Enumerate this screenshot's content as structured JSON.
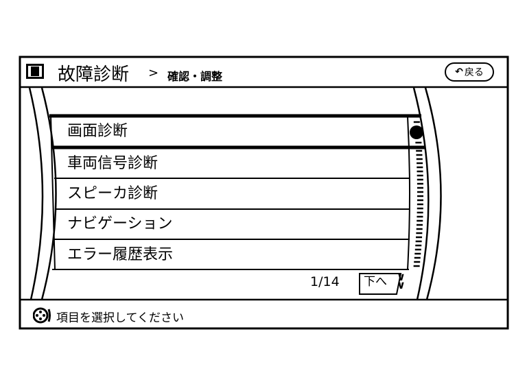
{
  "header": {
    "title": "故障診断",
    "separator": ">",
    "breadcrumb": "確認・調整",
    "back_label": "戻る"
  },
  "menu": {
    "items": [
      {
        "label": "画面診断",
        "selected": true
      },
      {
        "label": "車両信号診断"
      },
      {
        "label": "スピーカ診断"
      },
      {
        "label": "ナビゲーション"
      },
      {
        "label": "エラー履歴表示"
      }
    ]
  },
  "pagination": {
    "page": "1/14",
    "down_label": "下へ",
    "scroll_position": 0.0
  },
  "status": {
    "text": "項目を選択してください"
  },
  "icons": [
    "info-icon",
    "back-arrow-icon",
    "joystick-icon",
    "double-chevron-down-icon",
    "scroll-thumb-icon"
  ]
}
